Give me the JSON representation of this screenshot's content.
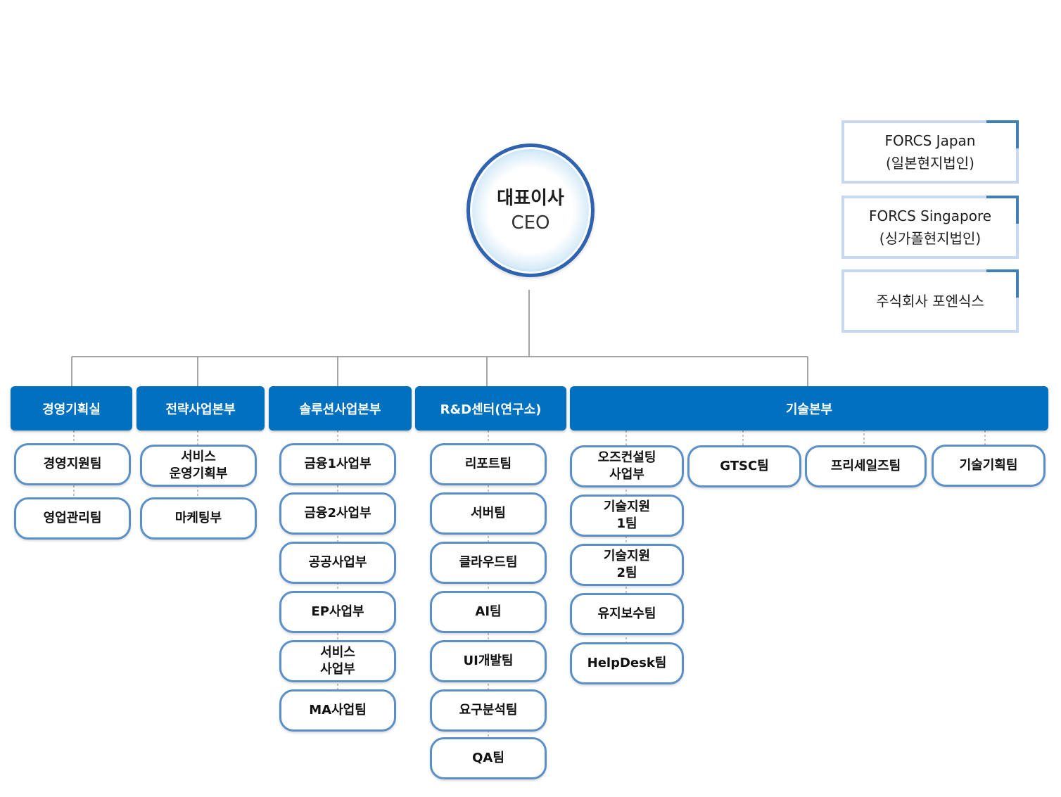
{
  "ceo": {
    "title_ko": "대표이사",
    "title_en": "CEO"
  },
  "subsidiaries": [
    {
      "label": "FORCS Japan\n(일본현지법인)"
    },
    {
      "label": "FORCS Singapore\n(싱가폴현지법인)"
    },
    {
      "label": "주식회사 포엔식스"
    }
  ],
  "departments": [
    {
      "name": "경영기획실",
      "teams": [
        "경영지원팀",
        "영업관리팀"
      ]
    },
    {
      "name": "전략사업본부",
      "teams": [
        "서비스\n운영기획부",
        "마케팅부"
      ]
    },
    {
      "name": "솔루션사업본부",
      "teams": [
        "금융1사업부",
        "금융2사업부",
        "공공사업부",
        "EP사업부",
        "서비스\n사업부",
        "MA사업팀"
      ]
    },
    {
      "name": "R&D센터(연구소)",
      "teams": [
        "리포트팀",
        "서버팀",
        "클라우드팀",
        "AI팀",
        "UI개발팀",
        "요구분석팀",
        "QA팀"
      ]
    },
    {
      "name": "기술본부",
      "teams": [
        "오즈컨설팅\n사업부",
        "기술지원\n1팀",
        "기술지원\n2팀",
        "유지보수팀",
        "HelpDesk팀",
        "GTSC팀",
        "프리세일즈팀",
        "기술기획팀"
      ]
    }
  ],
  "colors": {
    "dept_fill": "#0070c0",
    "team_border": "#5b8fc7",
    "connector": "#888888",
    "ceo_ring": "#2f63b0"
  }
}
